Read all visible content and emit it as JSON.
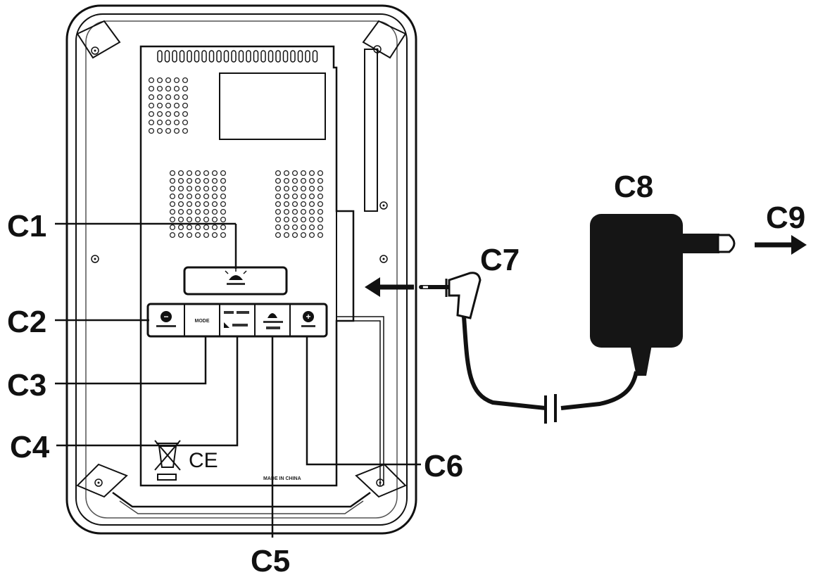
{
  "labels": {
    "c1": "C1",
    "c2": "C2",
    "c3": "C3",
    "c4": "C4",
    "c5": "C5",
    "c6": "C6",
    "c7": "C7",
    "c8": "C8",
    "c9": "C9"
  },
  "device": {
    "made_in": "MADE IN CHINA",
    "ce_mark": "CE",
    "buttons": {
      "minus": "−",
      "plus": "+",
      "mode": "MODE"
    }
  },
  "colors": {
    "ink": "#111111",
    "adapter": "#151515",
    "background": "#ffffff"
  },
  "icons": {
    "snooze": "snooze-light-icon",
    "weee": "crossed-bin-icon",
    "ce": "ce-mark-icon",
    "arrow": "arrow-icon"
  }
}
